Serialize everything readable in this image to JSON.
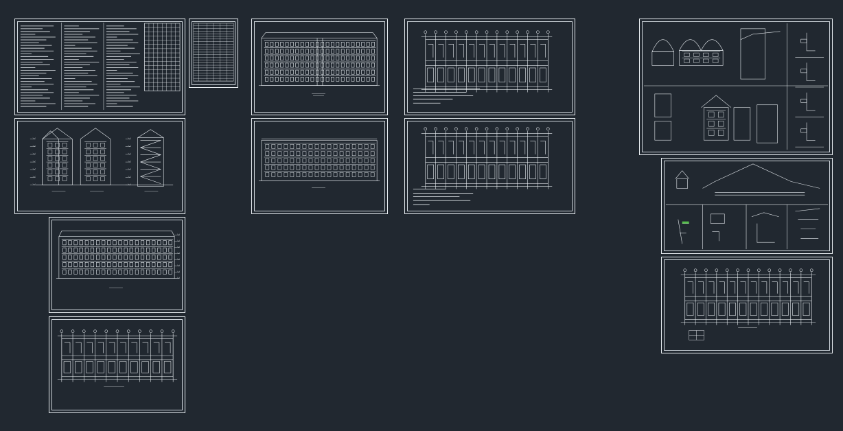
{
  "canvas": {
    "background": "#212830",
    "line_color": "#e9eef2",
    "accent_color": "#55c04a"
  },
  "sheets": [
    {
      "id": "design-notes",
      "kind": "notes"
    },
    {
      "id": "door-window-schedule",
      "kind": "table"
    },
    {
      "id": "front-elevation",
      "kind": "elevation"
    },
    {
      "id": "ground-floor-plan",
      "kind": "plan"
    },
    {
      "id": "end-elevations-section",
      "kind": "section"
    },
    {
      "id": "rear-elevation",
      "kind": "elevation"
    },
    {
      "id": "typical-floor-plan",
      "kind": "plan"
    },
    {
      "id": "side-elevation",
      "kind": "elevation"
    },
    {
      "id": "roof-plan",
      "kind": "plan"
    },
    {
      "id": "details-dormer-window",
      "kind": "details"
    },
    {
      "id": "details-roof-eave",
      "kind": "details"
    },
    {
      "id": "attic-plan",
      "kind": "plan"
    }
  ]
}
